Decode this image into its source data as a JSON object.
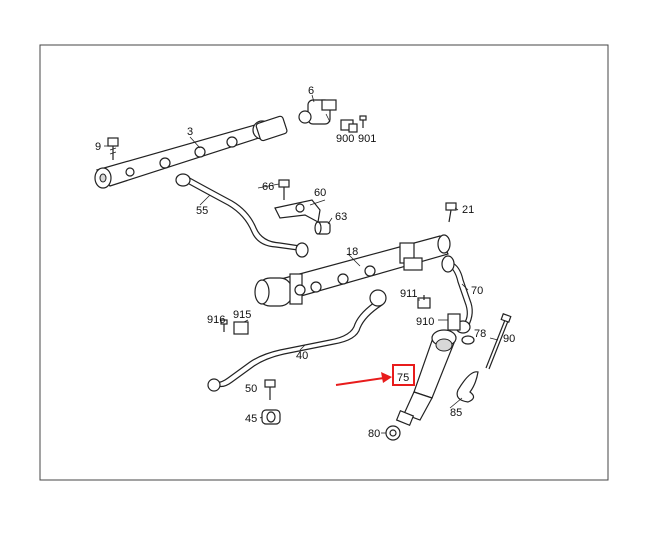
{
  "diagram": {
    "labels": {
      "p3": "3",
      "p6": "6",
      "p9": "9",
      "p900": "900",
      "p901": "901",
      "p66": "66",
      "p60": "60",
      "p55": "55",
      "p63": "63",
      "p21": "21",
      "p18": "18",
      "p70": "70",
      "p911": "911",
      "p910": "910",
      "p78": "78",
      "p90": "90",
      "p916": "916",
      "p915": "915",
      "p40": "40",
      "p75": "75",
      "p50": "50",
      "p85": "85",
      "p45": "45",
      "p80": "80"
    },
    "colors": {
      "highlight": "#e81c1c",
      "line": "#222222",
      "frame": "#444444"
    },
    "highlighted_part": "75"
  }
}
